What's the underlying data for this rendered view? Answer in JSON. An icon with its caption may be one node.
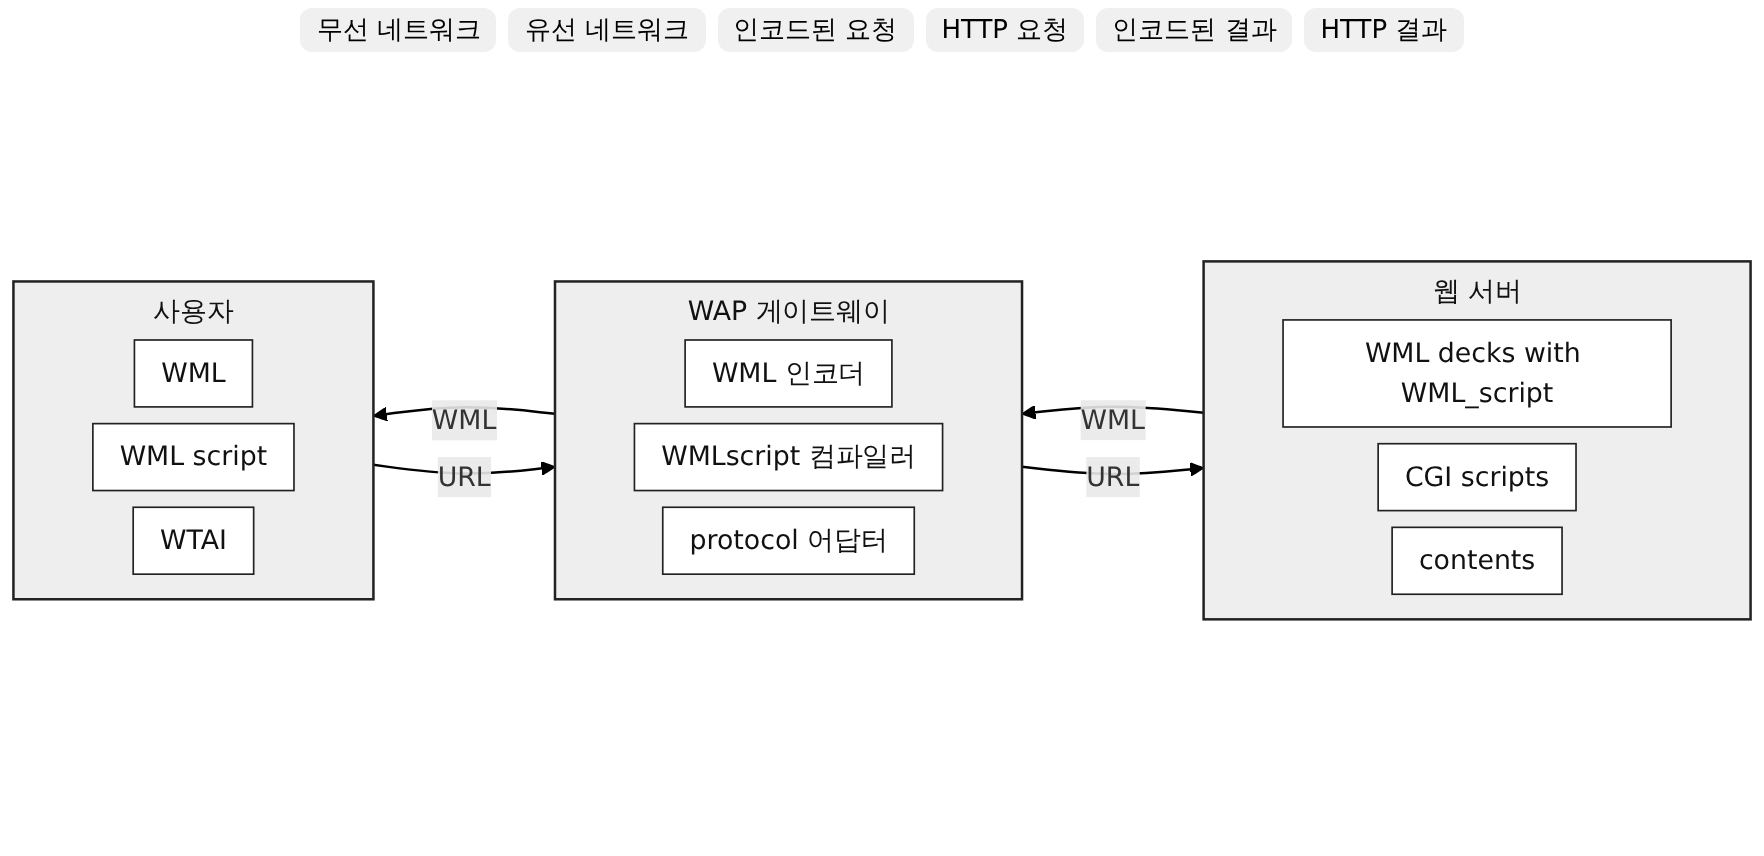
{
  "diagram": {
    "nodes": [
      {
        "text": [
          "사용자"
        ]
      },
      {
        "text": [
          "WML"
        ],
        "in": 0
      },
      {
        "text": [
          "WML script"
        ],
        "in": 0
      },
      {
        "text": [
          "WTAI"
        ],
        "in": 0
      },
      {
        "text": [
          "WAP 게이트웨이"
        ]
      },
      {
        "text": [
          "WML 인코더"
        ],
        "in": 4
      },
      {
        "text": [
          "WMLscript 컴파일러"
        ],
        "in": 4
      },
      {
        "text": [
          "protocol 어답터"
        ],
        "in": 4
      },
      {
        "text": [
          "웹 서버"
        ]
      },
      {
        "text": [
          "WML decks with WML_script"
        ],
        "in": 8
      },
      {
        "text": [
          "CGI scripts"
        ],
        "in": 8
      },
      {
        "text": [
          "contents"
        ],
        "in": 8
      }
    ],
    "edges": [
      {
        "from": 0,
        "to": 4,
        "arrow": "to",
        "label": "URL"
      },
      {
        "from": 4,
        "to": 8,
        "arrow": "to",
        "label": "URL"
      },
      {
        "from": 8,
        "to": 4,
        "arrow": "to",
        "label": "WML"
      },
      {
        "from": 4,
        "to": 0,
        "arrow": "to",
        "label": "WML"
      }
    ],
    "labels": [
      "무선 네트워크",
      "유선 네트워크",
      "인코드된 요청",
      "HTTP 요청",
      "인코드된 결과",
      "HTTP 결과"
    ]
  }
}
